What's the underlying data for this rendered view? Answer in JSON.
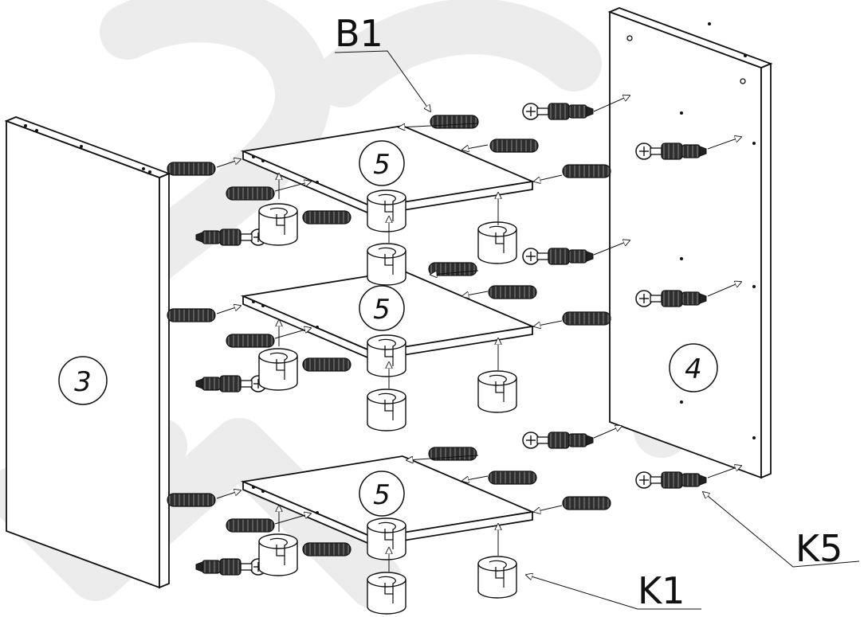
{
  "labels": {
    "b1": "B1",
    "k1": "K1",
    "k5": "K5"
  },
  "parts": {
    "side_left": "3",
    "side_right": "4",
    "shelf_top": "5",
    "shelf_middle": "5",
    "shelf_bottom": "5"
  },
  "colors": {
    "line": "#1a1a1a",
    "dowel": "#3a3a3a",
    "watermark": "#e9e9e9",
    "panel_fill": "#ffffff"
  },
  "icons": {
    "dowel": "wood-dowel",
    "cam_bolt": "cam-bolt",
    "cam_lock": "cam-lock"
  }
}
